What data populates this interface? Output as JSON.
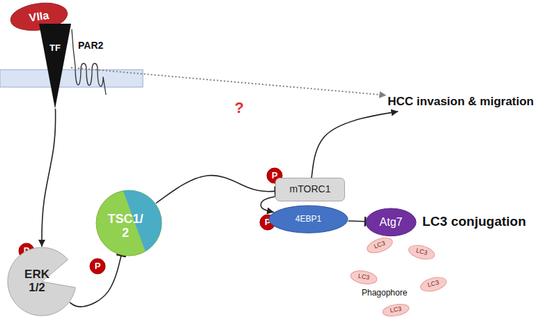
{
  "diagram": {
    "nodes": [
      {
        "text": [
          "VIIa"
        ]
      },
      {
        "text": [
          "TF"
        ]
      },
      {
        "text": [
          "HCC invasion & migration"
        ]
      },
      {
        "text": [
          "P"
        ]
      },
      {
        "text": [
          "ERK 1/2"
        ]
      },
      {
        "text": [
          "P"
        ]
      },
      {
        "text": [
          "TSC1/ 2"
        ]
      },
      {
        "text": [
          "P"
        ]
      },
      {
        "text": [
          "mTORC1"
        ]
      },
      {
        "text": [
          "P"
        ]
      },
      {
        "text": [
          "4EBP1"
        ]
      },
      {
        "text": [
          "Atg7"
        ]
      },
      {
        "text": [
          "LC3"
        ]
      },
      {
        "text": [
          "LC3"
        ]
      },
      {
        "text": [
          "LC3"
        ]
      },
      {
        "text": [
          "LC3"
        ]
      },
      {
        "text": [
          "LC3"
        ]
      }
    ],
    "edges": [
      {
        "from": 1,
        "to": 4,
        "arrow": "to"
      },
      {
        "from": 4,
        "to": 6,
        "arrow": "to"
      },
      {
        "from": 6,
        "to": 8,
        "arrow": "to"
      },
      {
        "from": 8,
        "to": 10,
        "arrow": "to"
      },
      {
        "from": 10,
        "to": 11,
        "arrow": "to"
      },
      {
        "from": 8,
        "to": 2,
        "arrow": "to"
      },
      {
        "from": 1,
        "to": 2,
        "arrow": "to",
        "label": "?"
      }
    ],
    "labels": [
      "PAR2",
      "LC3 conjugation",
      "Phagophore"
    ]
  }
}
